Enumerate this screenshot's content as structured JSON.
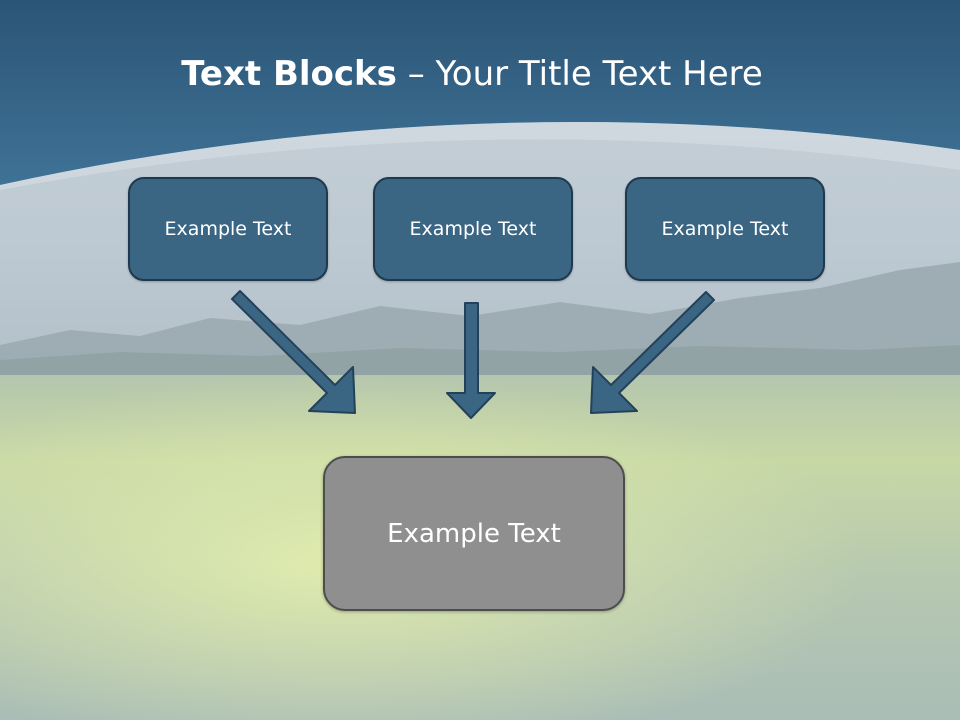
{
  "slide": {
    "title_bold": "Text Blocks",
    "title_separator": "–",
    "title_rest": "Your Title Text Here"
  },
  "diagram": {
    "top_boxes": [
      {
        "label": "Example Text"
      },
      {
        "label": "Example Text"
      },
      {
        "label": "Example Text"
      }
    ],
    "bottom_box": {
      "label": "Example Text"
    },
    "arrows": [
      {
        "from": "top_boxes.0",
        "to": "bottom_box",
        "icon": "arrow-down-right-icon"
      },
      {
        "from": "top_boxes.1",
        "to": "bottom_box",
        "icon": "arrow-down-icon"
      },
      {
        "from": "top_boxes.2",
        "to": "bottom_box",
        "icon": "arrow-down-left-icon"
      }
    ]
  },
  "colors": {
    "header_band": "#32607f",
    "top_box_fill": "#3a6583",
    "top_box_border": "#1f3a50",
    "bottom_box_fill": "#8f8f8f",
    "bottom_box_border": "#4d4d4d",
    "arrow_fill": "#3a6583",
    "arrow_stroke": "#24415a"
  }
}
